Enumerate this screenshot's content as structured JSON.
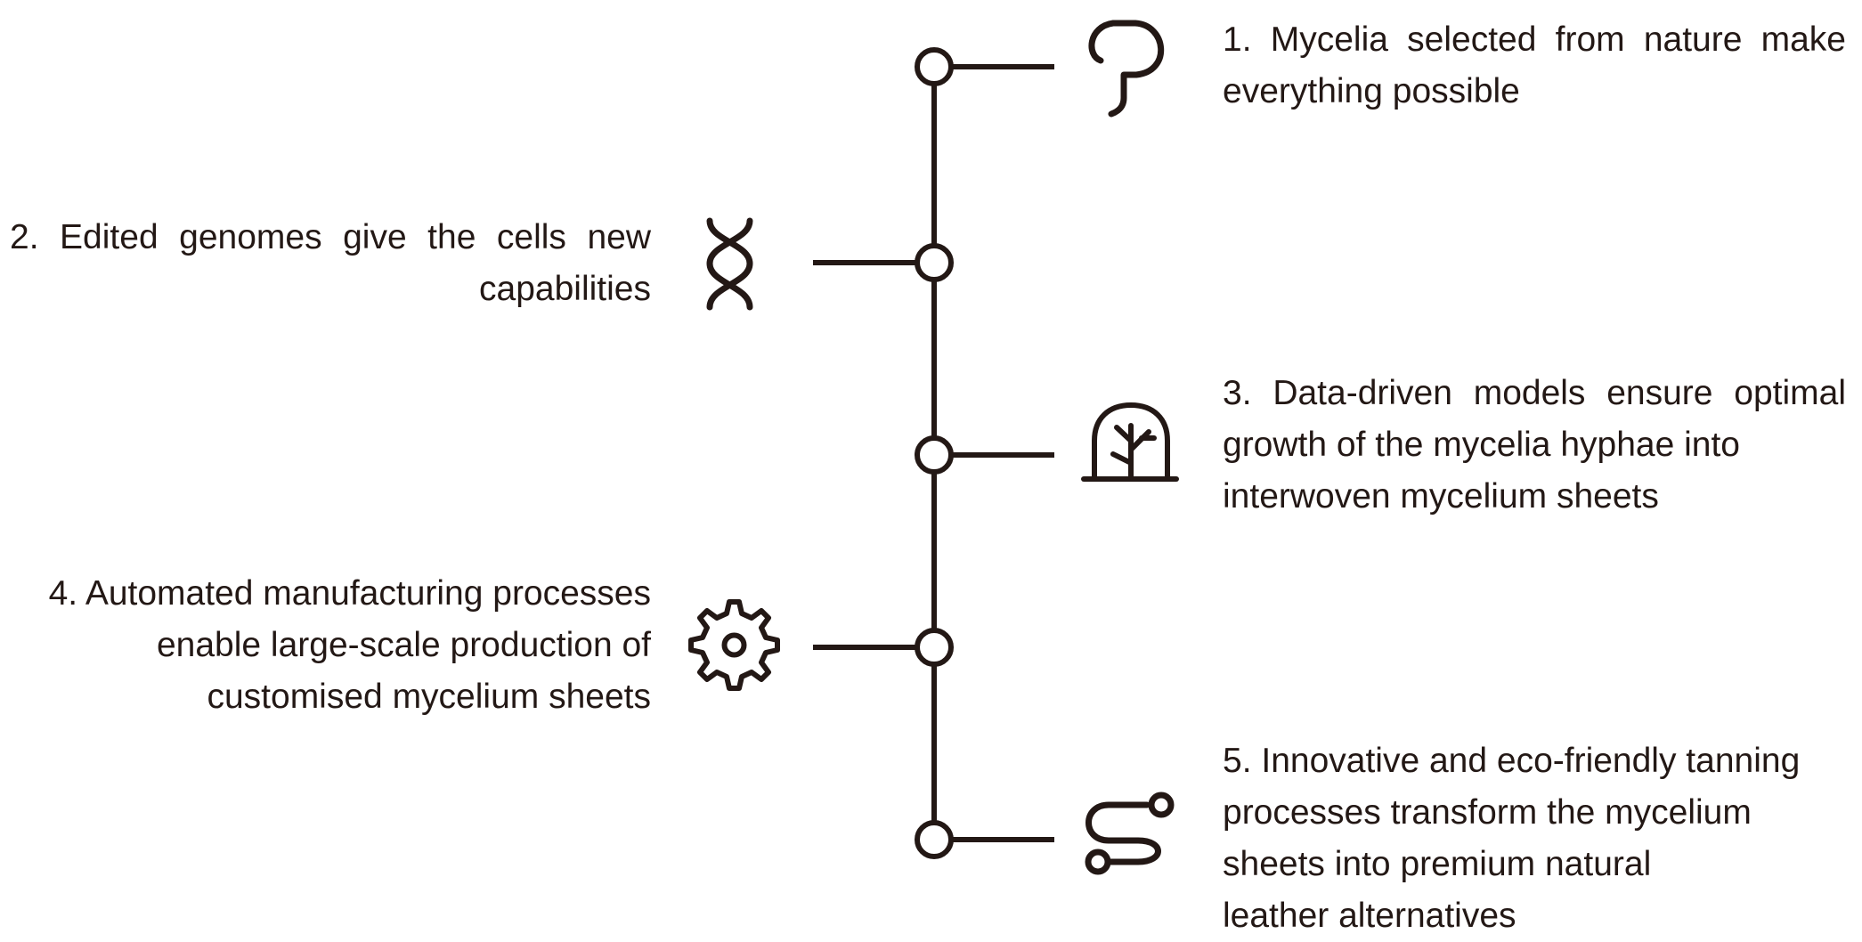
{
  "colors": {
    "ink": "#231815",
    "background": "#ffffff"
  },
  "steps": [
    {
      "number": "1.",
      "icon": "mushroom-icon",
      "side": "right",
      "lines": [
        "1. Mycelia selected from nature make",
        "everything possible"
      ]
    },
    {
      "number": "2.",
      "icon": "dna-helix-icon",
      "side": "left",
      "lines": [
        "2. Edited genomes give the cells new",
        "capabilities"
      ]
    },
    {
      "number": "3.",
      "icon": "greenhouse-plant-icon",
      "side": "right",
      "lines": [
        "3. Data-driven models ensure optimal",
        "growth of the mycelia hyphae  into",
        "interwoven mycelium sheets"
      ]
    },
    {
      "number": "4.",
      "icon": "gear-icon",
      "side": "left",
      "lines": [
        "4. Automated manufacturing processes",
        "enable large-scale production of",
        "customised mycelium sheets"
      ]
    },
    {
      "number": "5.",
      "icon": "process-path-icon",
      "side": "right",
      "lines": [
        "5. Innovative and eco-friendly tanning",
        "processes transform the mycelium",
        "sheets into premium natural",
        "leather alternatives"
      ]
    }
  ]
}
